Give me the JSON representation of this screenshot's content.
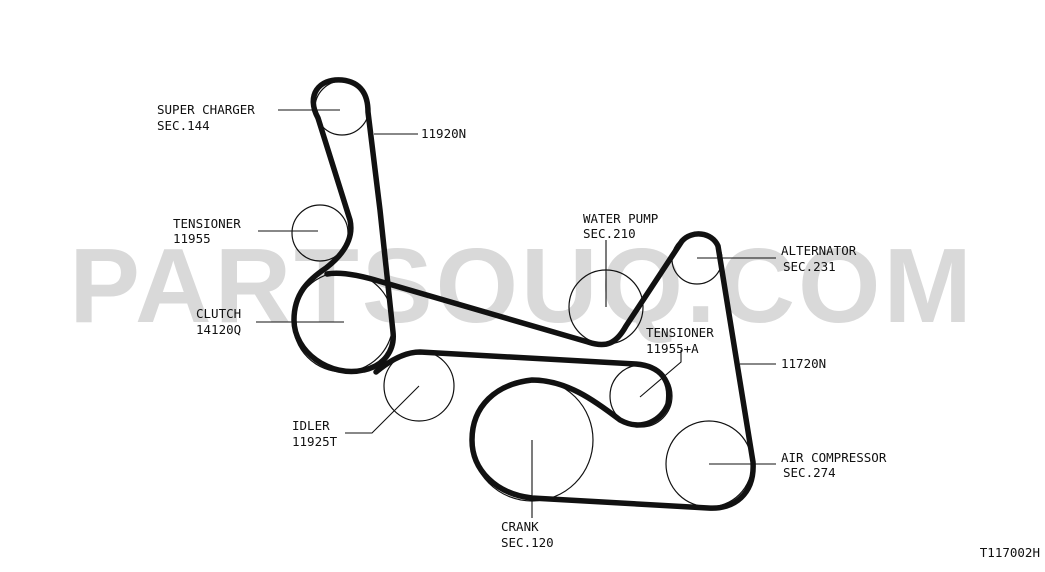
{
  "watermark": "PARTSOUQ.COM",
  "diagram_id": "T117002H",
  "belts": [
    {
      "part_no": "11920N"
    },
    {
      "part_no": "11720N"
    }
  ],
  "components": {
    "super_charger": {
      "name": "SUPER CHARGER",
      "ref": "SEC.144"
    },
    "tensioner_upper": {
      "name": "TENSIONER",
      "ref": "11955"
    },
    "clutch": {
      "name": "CLUTCH",
      "ref": "14120Q"
    },
    "idler": {
      "name": "IDLER",
      "ref": "11925T"
    },
    "water_pump": {
      "name": "WATER PUMP",
      "ref": "SEC.210"
    },
    "alternator": {
      "name": "ALTERNATOR",
      "ref": "SEC.231"
    },
    "tensioner_lower": {
      "name": "TENSIONER",
      "ref": "11955+A"
    },
    "air_compressor": {
      "name": "AIR COMPRESSOR",
      "ref": "SEC.274"
    },
    "crank": {
      "name": "CRANK",
      "ref": "SEC.120"
    }
  }
}
